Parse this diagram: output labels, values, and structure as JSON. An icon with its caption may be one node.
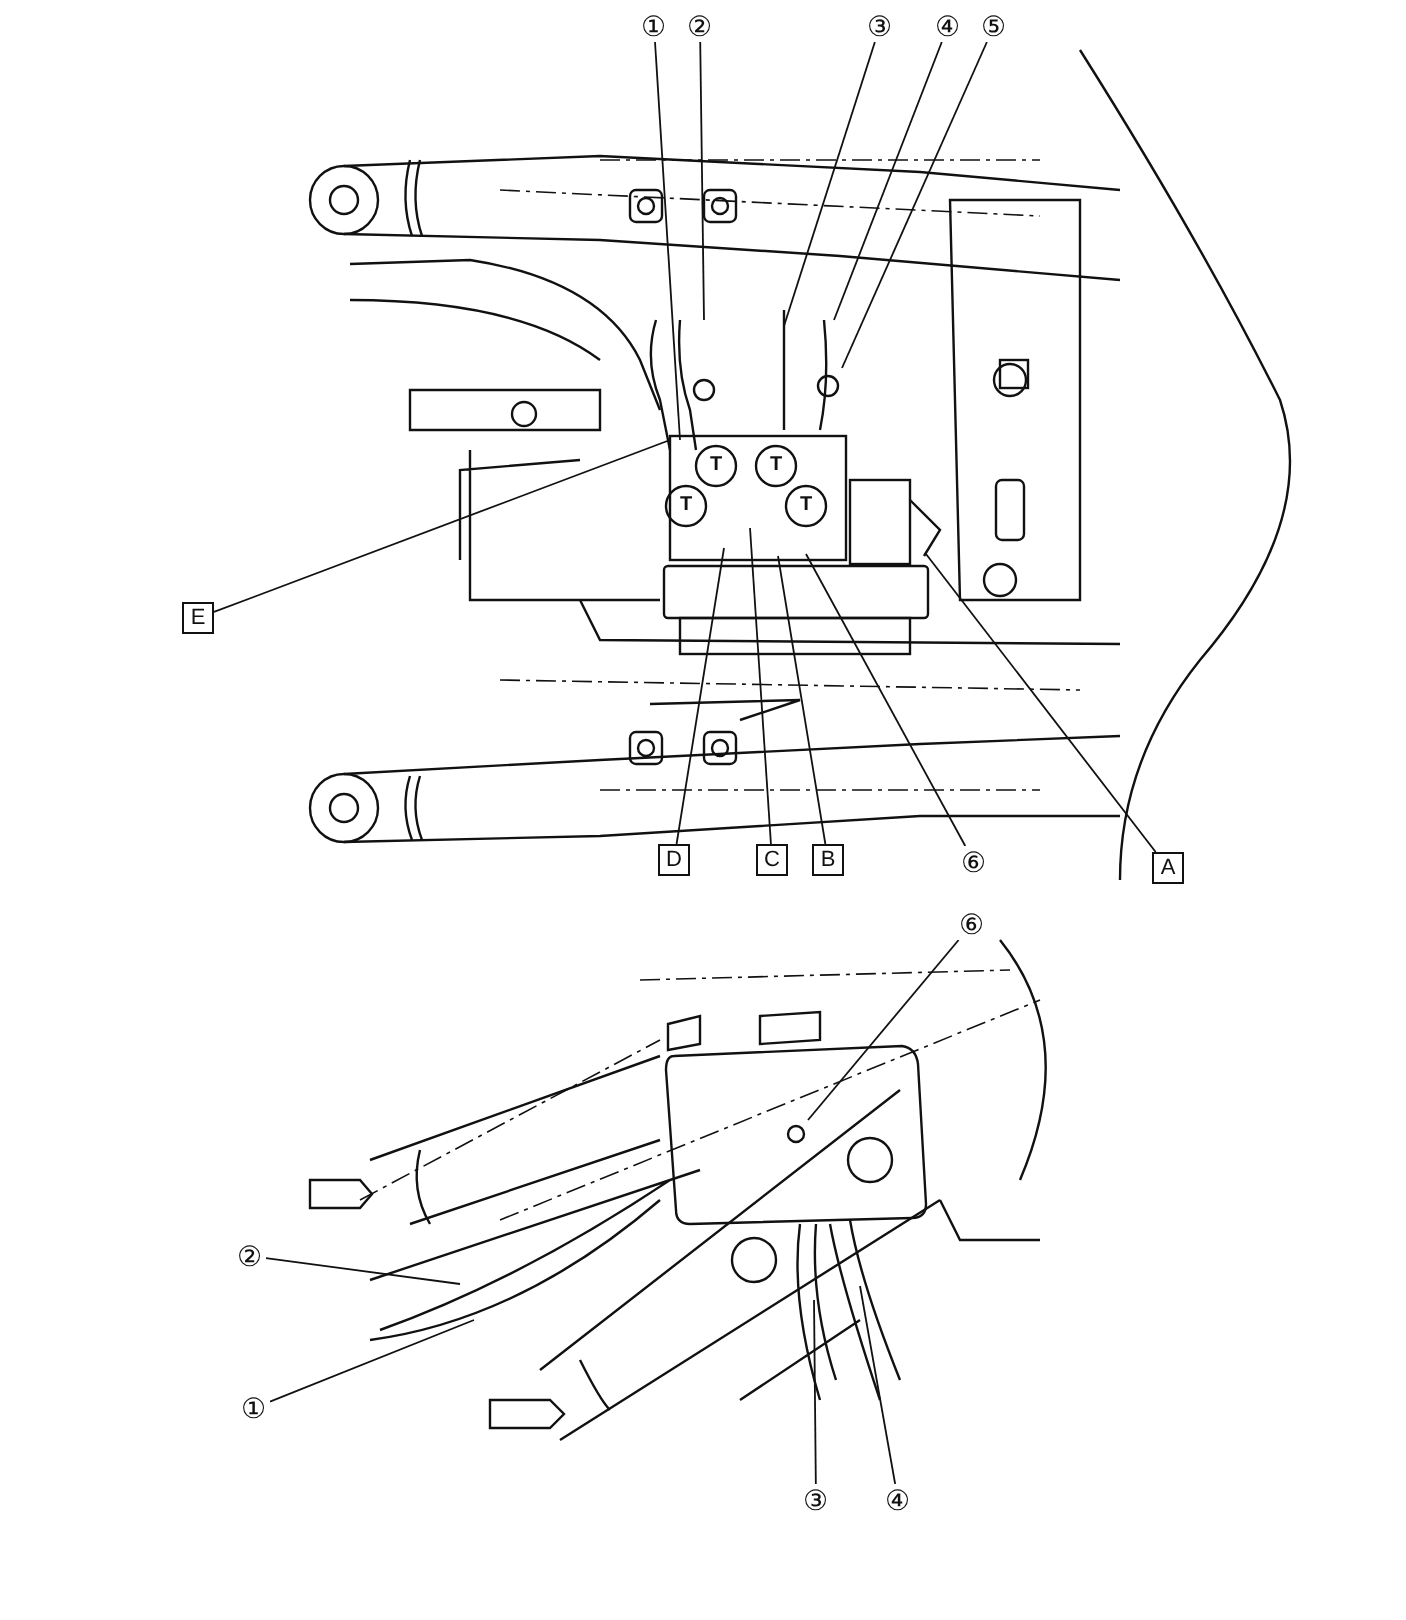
{
  "diagram": {
    "nodes": [
      {
        "text": [
          "①"
        ]
      },
      {
        "text": [
          "②"
        ]
      },
      {
        "text": [
          "③"
        ]
      },
      {
        "text": [
          "④"
        ]
      },
      {
        "text": [
          "⑤"
        ]
      },
      {
        "text": [
          "E"
        ]
      },
      {
        "text": [
          "A"
        ]
      },
      {
        "text": [
          "D"
        ]
      },
      {
        "text": [
          "C"
        ]
      },
      {
        "text": [
          "B"
        ]
      },
      {
        "text": [
          "⑥"
        ]
      },
      {
        "text": [
          "⑥"
        ]
      },
      {
        "text": [
          "②"
        ]
      },
      {
        "text": [
          "①"
        ]
      },
      {
        "text": [
          "③"
        ]
      },
      {
        "text": [
          "④"
        ]
      }
    ],
    "edges": [
      {
        "from": 0,
        "to": null,
        "arrow": "none"
      },
      {
        "from": 1,
        "to": null,
        "arrow": "none"
      },
      {
        "from": 2,
        "to": null,
        "arrow": "none"
      },
      {
        "from": 3,
        "to": null,
        "arrow": "none"
      },
      {
        "from": 4,
        "to": null,
        "arrow": "none"
      },
      {
        "from": 5,
        "to": null,
        "arrow": "none"
      },
      {
        "from": 6,
        "to": null,
        "arrow": "none"
      },
      {
        "from": 7,
        "to": null,
        "arrow": "none"
      },
      {
        "from": 8,
        "to": null,
        "arrow": "none"
      },
      {
        "from": 9,
        "to": null,
        "arrow": "none"
      },
      {
        "from": 10,
        "to": null,
        "arrow": "none"
      },
      {
        "from": 11,
        "to": null,
        "arrow": "none"
      },
      {
        "from": 12,
        "to": null,
        "arrow": "none"
      },
      {
        "from": 13,
        "to": null,
        "arrow": "none"
      },
      {
        "from": 14,
        "to": null,
        "arrow": "none"
      },
      {
        "from": 15,
        "to": null,
        "arrow": "none"
      }
    ],
    "labels": [
      "T",
      "T",
      "T",
      "T"
    ]
  }
}
